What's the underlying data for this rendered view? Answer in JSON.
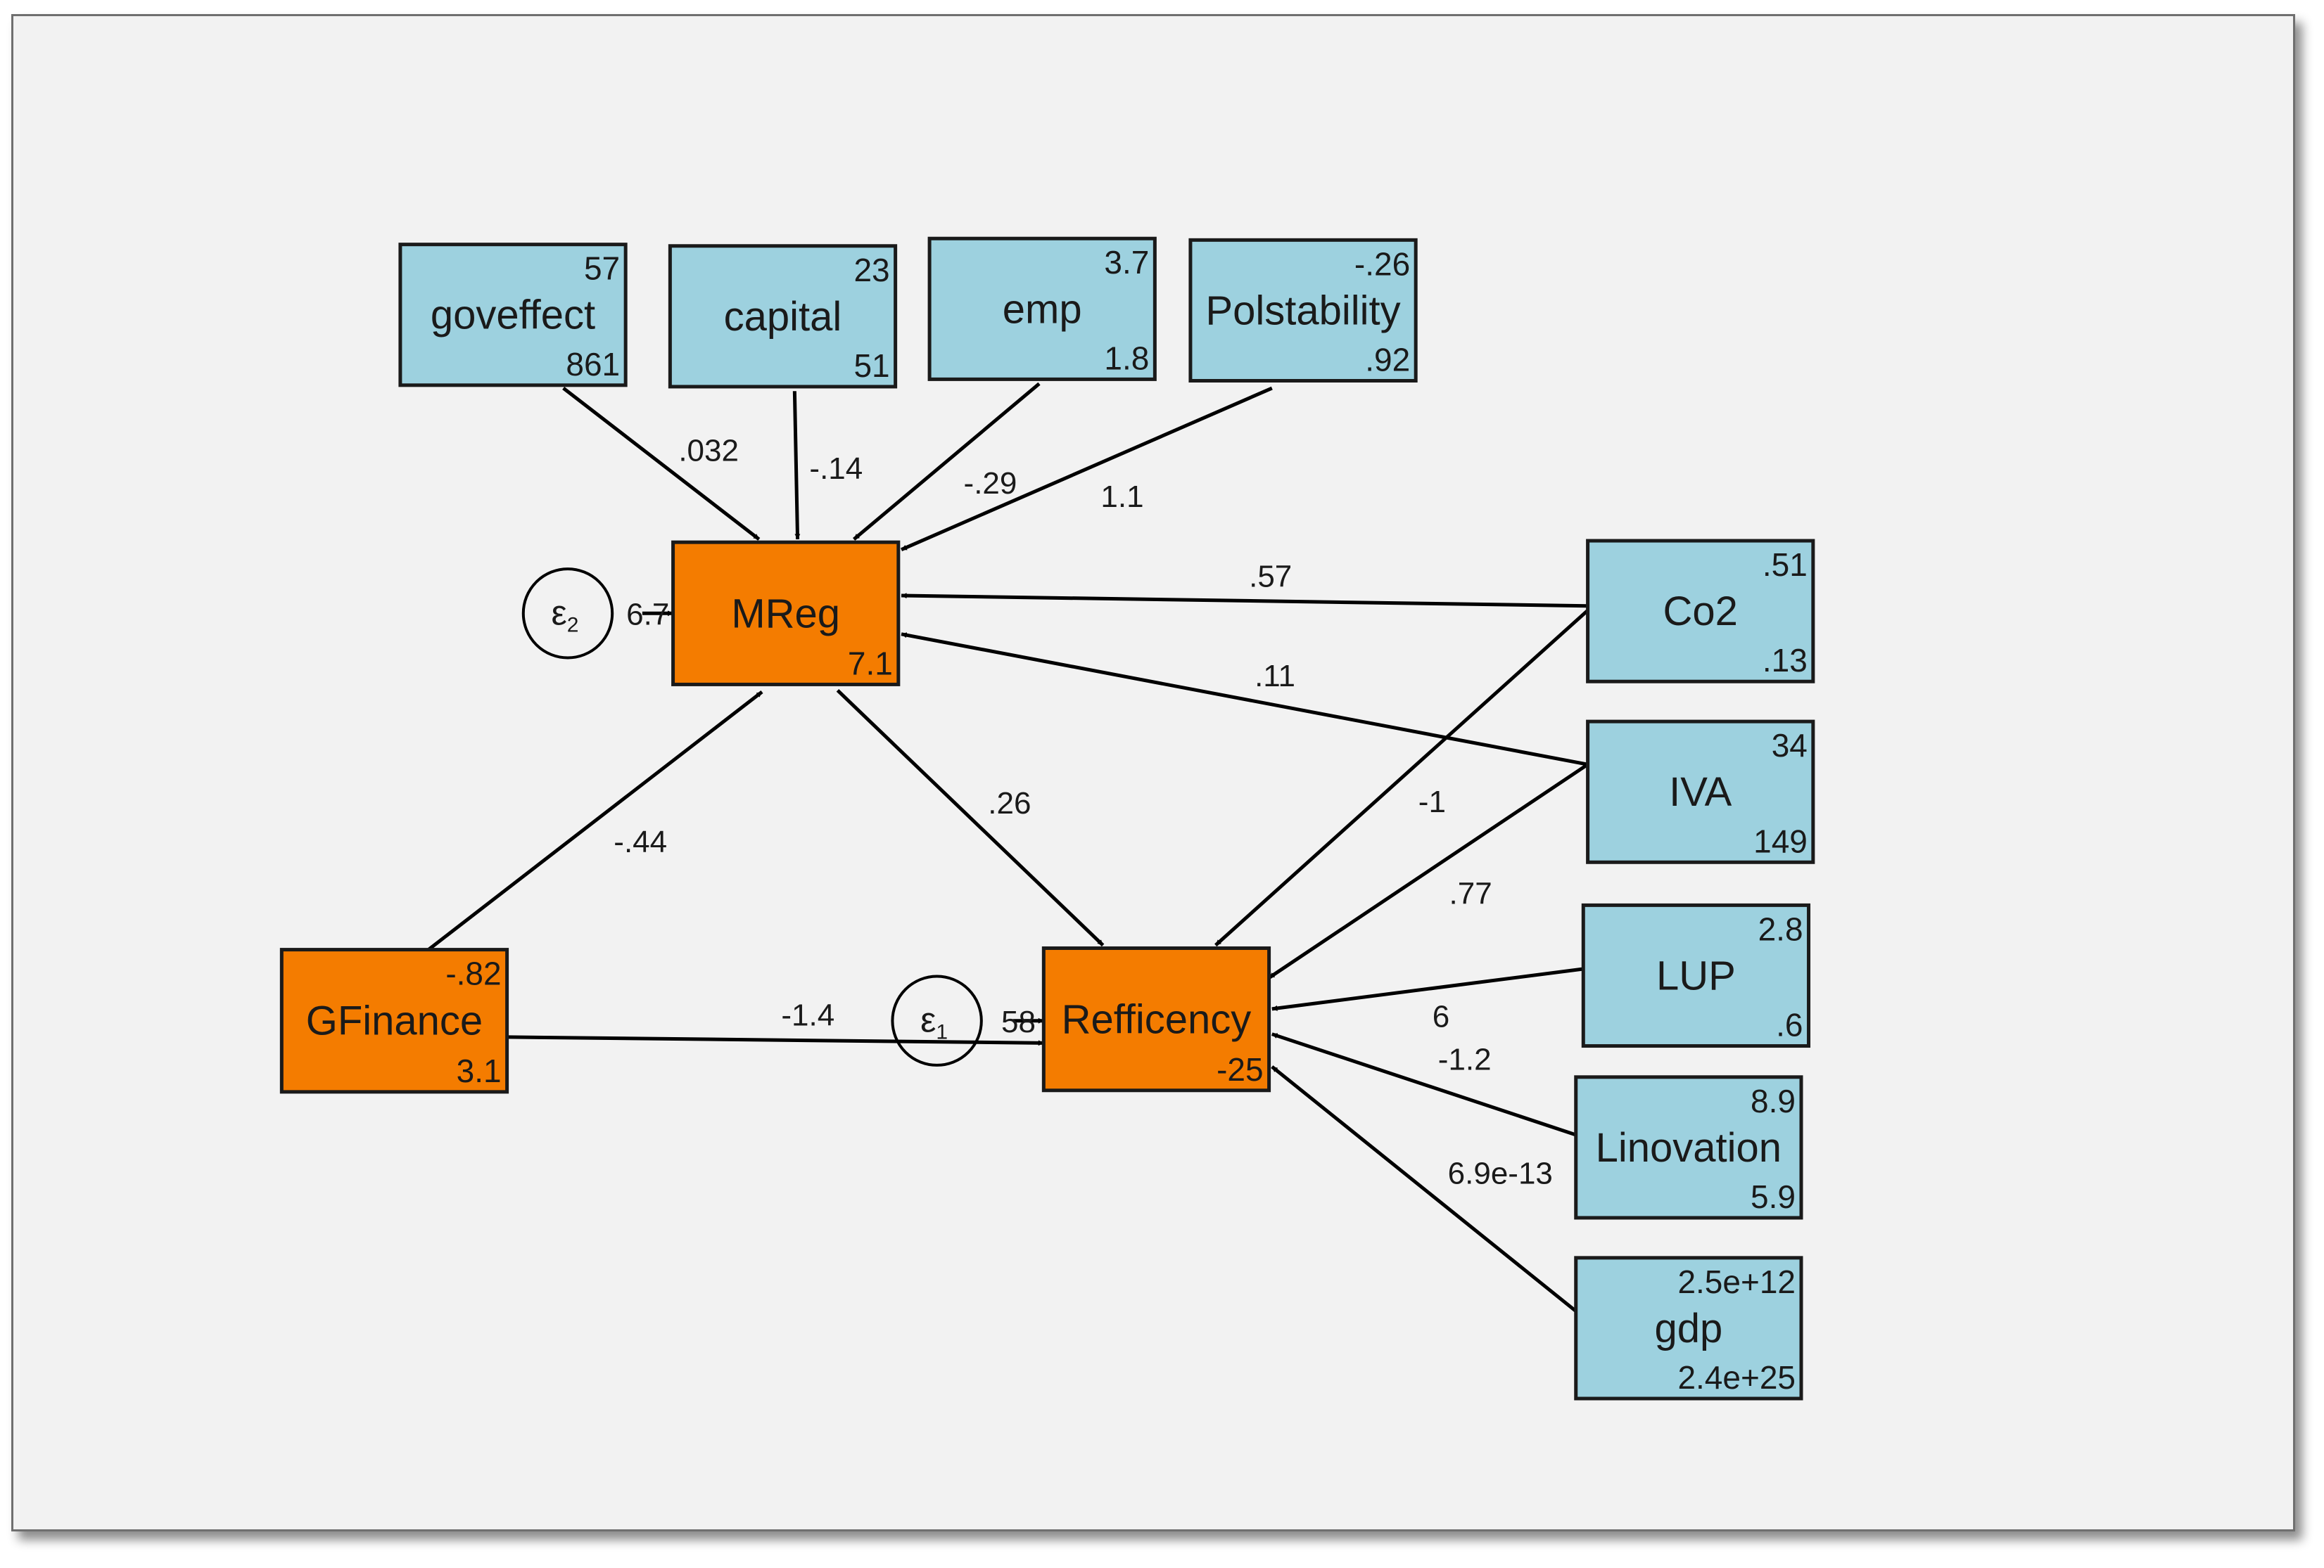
{
  "colors": {
    "observed_fill": "#9dd1df",
    "latent_fill": "#f47c00",
    "frame_bg": "#f2f2f2",
    "edge": "#000000"
  },
  "nodes": {
    "goveffect": {
      "label": "goveffect",
      "top": "57",
      "bottom": "861",
      "kind": "exogenous"
    },
    "capital": {
      "label": "capital",
      "top": "23",
      "bottom": "51",
      "kind": "exogenous"
    },
    "emp": {
      "label": "emp",
      "top": "3.7",
      "bottom": "1.8",
      "kind": "exogenous"
    },
    "polstability": {
      "label": "Polstability",
      "top": "-.26",
      "bottom": ".92",
      "kind": "exogenous"
    },
    "mreg": {
      "label": "MReg",
      "top": "",
      "bottom": "7.1",
      "kind": "endogenous"
    },
    "gfinance": {
      "label": "GFinance",
      "top": "-.82",
      "bottom": "3.1",
      "kind": "endogenous"
    },
    "refficency": {
      "label": "Refficency",
      "top": "",
      "bottom": "-25",
      "kind": "endogenous"
    },
    "co2": {
      "label": "Co2",
      "top": ".51",
      "bottom": ".13",
      "kind": "exogenous"
    },
    "iva": {
      "label": "IVA",
      "top": "34",
      "bottom": "149",
      "kind": "exogenous"
    },
    "lup": {
      "label": "LUP",
      "top": "2.8",
      "bottom": ".6",
      "kind": "exogenous"
    },
    "linovation": {
      "label": "Linovation",
      "top": "8.9",
      "bottom": "5.9",
      "kind": "exogenous"
    },
    "gdp": {
      "label": "gdp",
      "top": "2.5e+12",
      "bottom": "2.4e+25",
      "kind": "exogenous"
    }
  },
  "errors": {
    "e2": {
      "symbol": "ε",
      "sub": "2",
      "value": "6.7",
      "target": "mreg"
    },
    "e1": {
      "symbol": "ε",
      "sub": "1",
      "value": "58",
      "target": "refficency"
    }
  },
  "paths": [
    {
      "from": "goveffect",
      "to": "mreg",
      "coef": ".032"
    },
    {
      "from": "capital",
      "to": "mreg",
      "coef": "-.14"
    },
    {
      "from": "emp",
      "to": "mreg",
      "coef": "-.29"
    },
    {
      "from": "polstability",
      "to": "mreg",
      "coef": "1.1"
    },
    {
      "from": "co2",
      "to": "mreg",
      "coef": ".57"
    },
    {
      "from": "iva",
      "to": "mreg",
      "coef": ".11"
    },
    {
      "from": "gfinance",
      "to": "mreg",
      "coef": "-.44"
    },
    {
      "from": "mreg",
      "to": "refficency",
      "coef": ".26"
    },
    {
      "from": "gfinance",
      "to": "refficency",
      "coef": "-1.4"
    },
    {
      "from": "co2",
      "to": "refficency",
      "coef": "-1"
    },
    {
      "from": "iva",
      "to": "refficency",
      "coef": ".77"
    },
    {
      "from": "lup",
      "to": "refficency",
      "coef": "6"
    },
    {
      "from": "linovation",
      "to": "refficency",
      "coef": "-1.2"
    },
    {
      "from": "gdp",
      "to": "refficency",
      "coef": "6.9e-13"
    }
  ]
}
